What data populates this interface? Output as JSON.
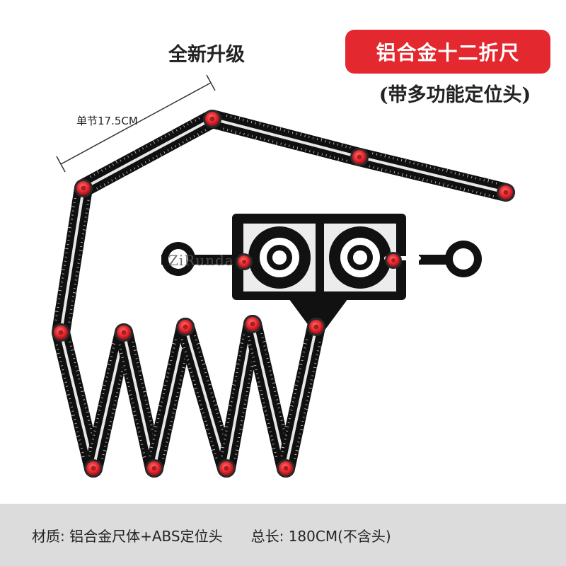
{
  "header": {
    "headline": "全新升级",
    "badge_text": "铝合金十二折尺",
    "subtitle": "(带多功能定位头)"
  },
  "annotation": {
    "segment_length": "单节17.5CM"
  },
  "watermark": {
    "brand": "ZiRunda"
  },
  "footer": {
    "material": "材质: 铝合金尺体+ABS定位头",
    "total_length": "总长: 180CM(不含头)"
  },
  "colors": {
    "badge": "#e3282f",
    "ruler": "#101010",
    "pivot": "#e3282f",
    "footer_bg": "#dcdcdc"
  }
}
